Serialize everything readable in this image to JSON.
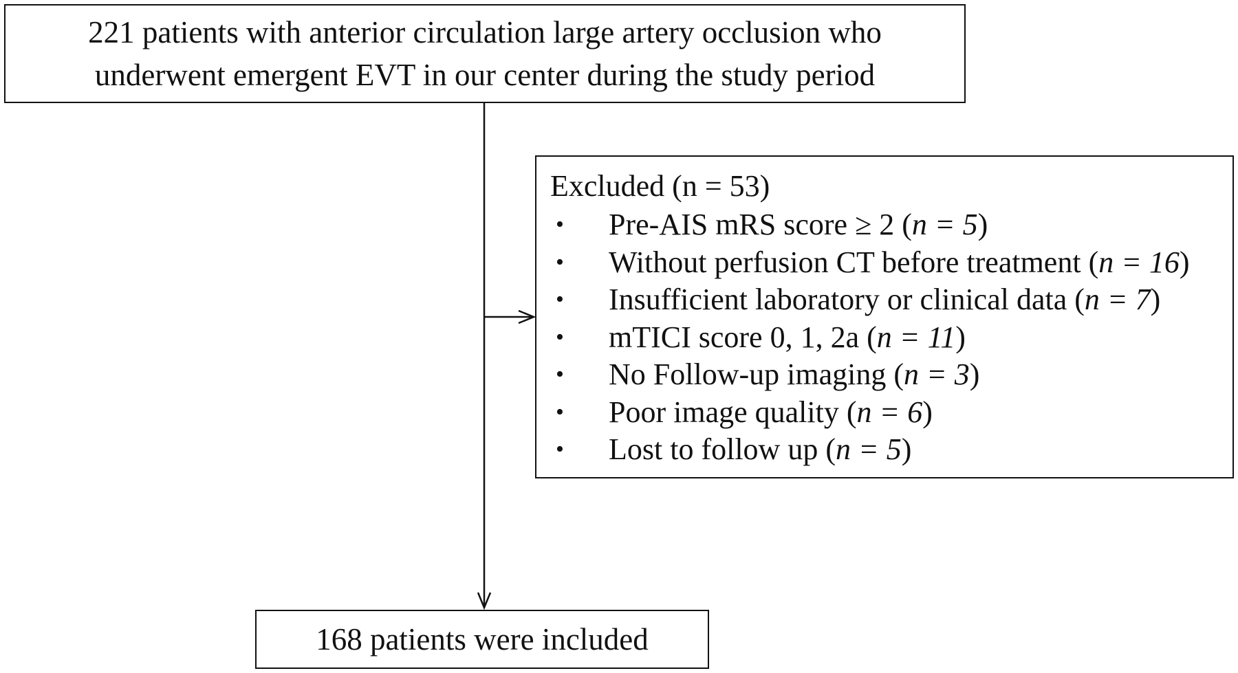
{
  "top_box": {
    "lines": [
      "221 patients with anterior circulation large artery occlusion who",
      "underwent emergent EVT in our center during the study period"
    ]
  },
  "excluded": {
    "title": "Excluded (n = 53)",
    "items": [
      {
        "label": "Pre-AIS mRS score ≥ 2",
        "n": "5"
      },
      {
        "label": "Without perfusion CT before treatment",
        "n": "16"
      },
      {
        "label": "Insufficient laboratory or clinical data",
        "n": "7"
      },
      {
        "label": "mTICI score 0, 1, 2a",
        "n": "11"
      },
      {
        "label": "No Follow-up imaging",
        "n": "3"
      },
      {
        "label": "Poor image quality",
        "n": "6"
      },
      {
        "label": "Lost to follow up",
        "n": "5"
      }
    ],
    "n_prefix": "n = ",
    "bullet": "•"
  },
  "bottom_box": {
    "text": "168 patients were included"
  }
}
